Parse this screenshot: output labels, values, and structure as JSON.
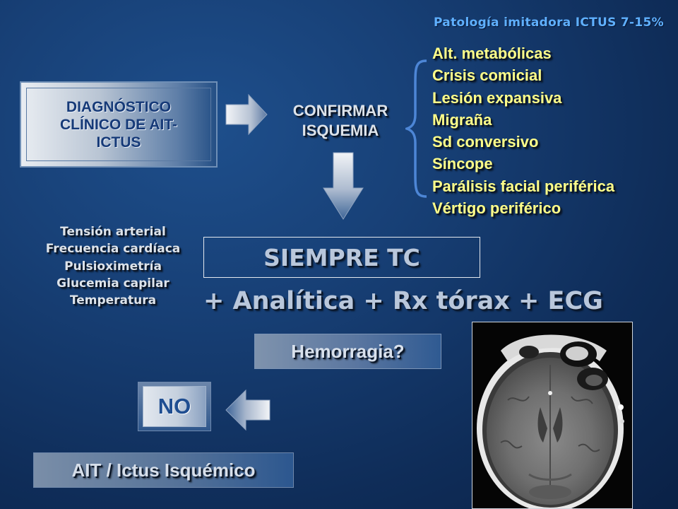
{
  "header": {
    "mimic_title": "Patología imitadora ICTUS 7-15%"
  },
  "diagnosis": {
    "lines": [
      "DIAGNÓSTICO",
      "CLÍNICO DE AIT-",
      "ICTUS"
    ]
  },
  "confirm": {
    "lines": [
      "CONFIRMAR",
      "ISQUEMIA"
    ]
  },
  "mimics": {
    "items": [
      "Alt. metabólicas",
      "Crisis comicial",
      "Lesión expansiva",
      "Migraña",
      "Sd conversivo",
      "Síncope",
      "Parálisis facial periférica",
      "Vértigo periférico"
    ]
  },
  "vitals": {
    "items": [
      "Tensión arterial",
      "Frecuencia cardíaca",
      "Pulsioximetría",
      "Glucemia capilar",
      "Temperatura"
    ]
  },
  "imaging": {
    "siempre": "SIEMPRE TC",
    "extras": "+ Analítica + Rx tórax + ECG"
  },
  "hemorrhage": {
    "question": "Hemorragia?"
  },
  "answer": {
    "no": "NO"
  },
  "result": {
    "label": "AIT / Ictus Isquémico"
  },
  "colors": {
    "background": "#173f75",
    "mimic_text": "#ffff8a",
    "note_title": "#5fb0ff",
    "diagnosis_text": "#163a78",
    "light_text": "#dde3ea"
  },
  "icons": {
    "arrow_right": "arrow-right-icon",
    "arrow_down": "arrow-down-icon",
    "arrow_left": "arrow-left-icon",
    "brace": "curly-brace-icon",
    "ct_image": "brain-ct-scan-image"
  }
}
